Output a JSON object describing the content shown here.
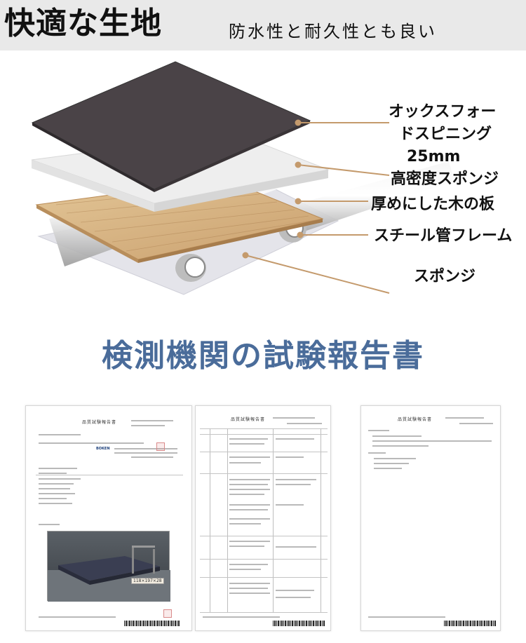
{
  "header": {
    "title": "快適な生地",
    "subtitle": "防水性と耐久性とも良い"
  },
  "layers": {
    "labels": [
      "オックスフォー",
      "ドスピニング",
      "25mm",
      "高密度スポンジ",
      "厚めにした木の板",
      "スチール管フレーム",
      "スポンジ"
    ],
    "colors": {
      "fabric": "#4a4347",
      "foam": "#eeeeee",
      "wood": "#d9b98a",
      "steel": "#d4d4d4",
      "sponge": "#e4e4ea",
      "leader": "#c49a6c"
    }
  },
  "reports": {
    "title": "検測機関の試験報告書",
    "accent_color": "#4a6c9a",
    "documents": [
      {
        "heading": "品質試験報告書",
        "issuer": "BOKEN",
        "photo_label": "118×197×28"
      },
      {
        "heading": "品質試験報告書"
      },
      {
        "heading": "品質試験報告書"
      }
    ]
  }
}
